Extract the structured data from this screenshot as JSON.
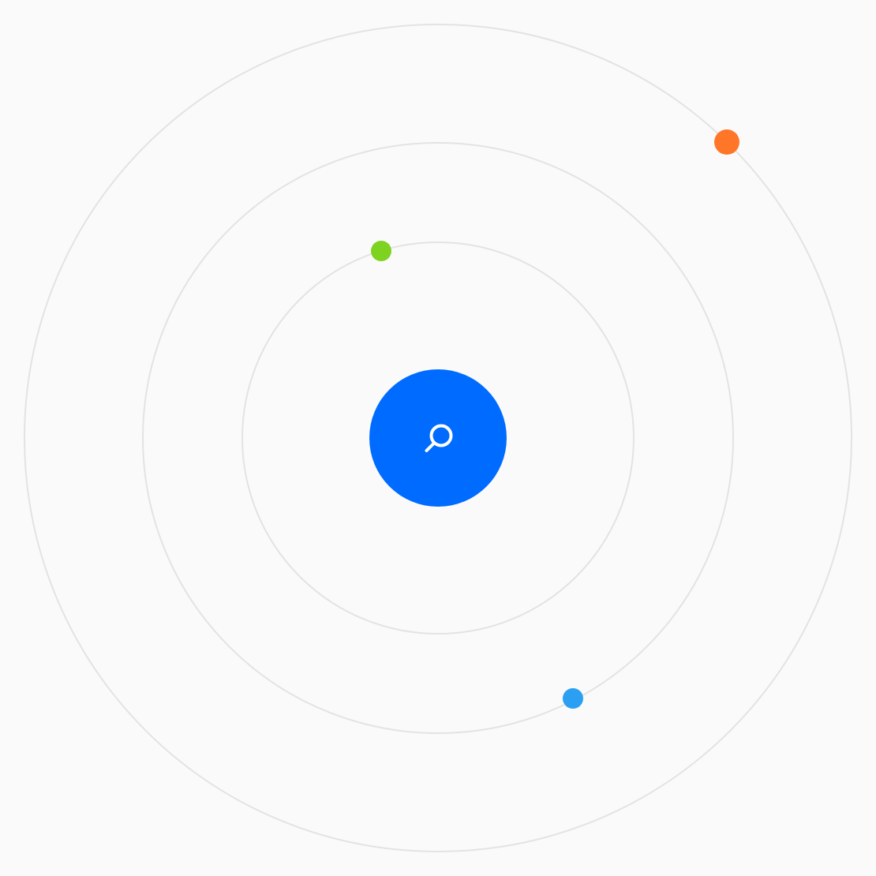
{
  "colors": {
    "background": "#fafafa",
    "ring": "#e3e3e3",
    "center": "#006bff",
    "icon": "#ffffff"
  },
  "center": {
    "icon": "search-icon"
  },
  "orbits": [
    {
      "name": "outer",
      "dot_color": "#ff7629"
    },
    {
      "name": "middle",
      "dot_color": "#2ba0f3"
    },
    {
      "name": "inner",
      "dot_color": "#7ed321"
    }
  ]
}
